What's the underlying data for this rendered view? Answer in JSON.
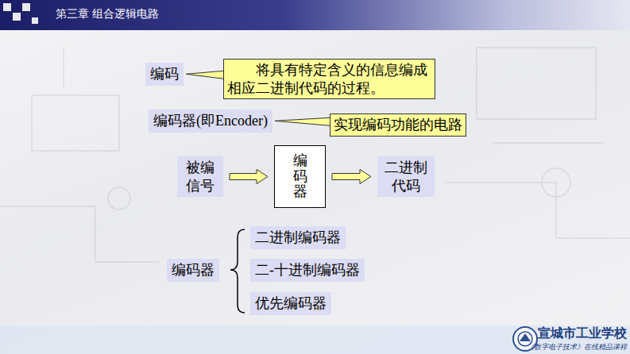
{
  "diagram": {
    "title": "第三章  组合逻辑电路",
    "nodes": [
      {
        "text": [
          "编码"
        ]
      },
      {
        "text": [
          "将具有特定含义的信息编成相应二进制代码的过程。"
        ]
      },
      {
        "text": [
          "编码器(即Encoder)"
        ]
      },
      {
        "text": [
          "实现编码功能的电路"
        ]
      },
      {
        "text": [
          "被编 信号"
        ]
      },
      {
        "text": [
          "编码器"
        ]
      },
      {
        "text": [
          "二进制 代码"
        ]
      },
      {
        "text": [
          "编码器"
        ]
      },
      {
        "text": [
          "二进制编码器"
        ]
      },
      {
        "text": [
          "二-十进制编码器"
        ]
      },
      {
        "text": [
          "优先编码器"
        ]
      }
    ],
    "edges": [
      {
        "from": 1,
        "to": 0,
        "arrow": "none"
      },
      {
        "from": 3,
        "to": 2,
        "arrow": "none"
      },
      {
        "from": 4,
        "to": 5,
        "arrow": "to"
      },
      {
        "from": 5,
        "to": 6,
        "arrow": "to"
      }
    ],
    "labels": [
      "宣城市工业学校",
      "《数字电子技术》在线精品课程"
    ]
  }
}
